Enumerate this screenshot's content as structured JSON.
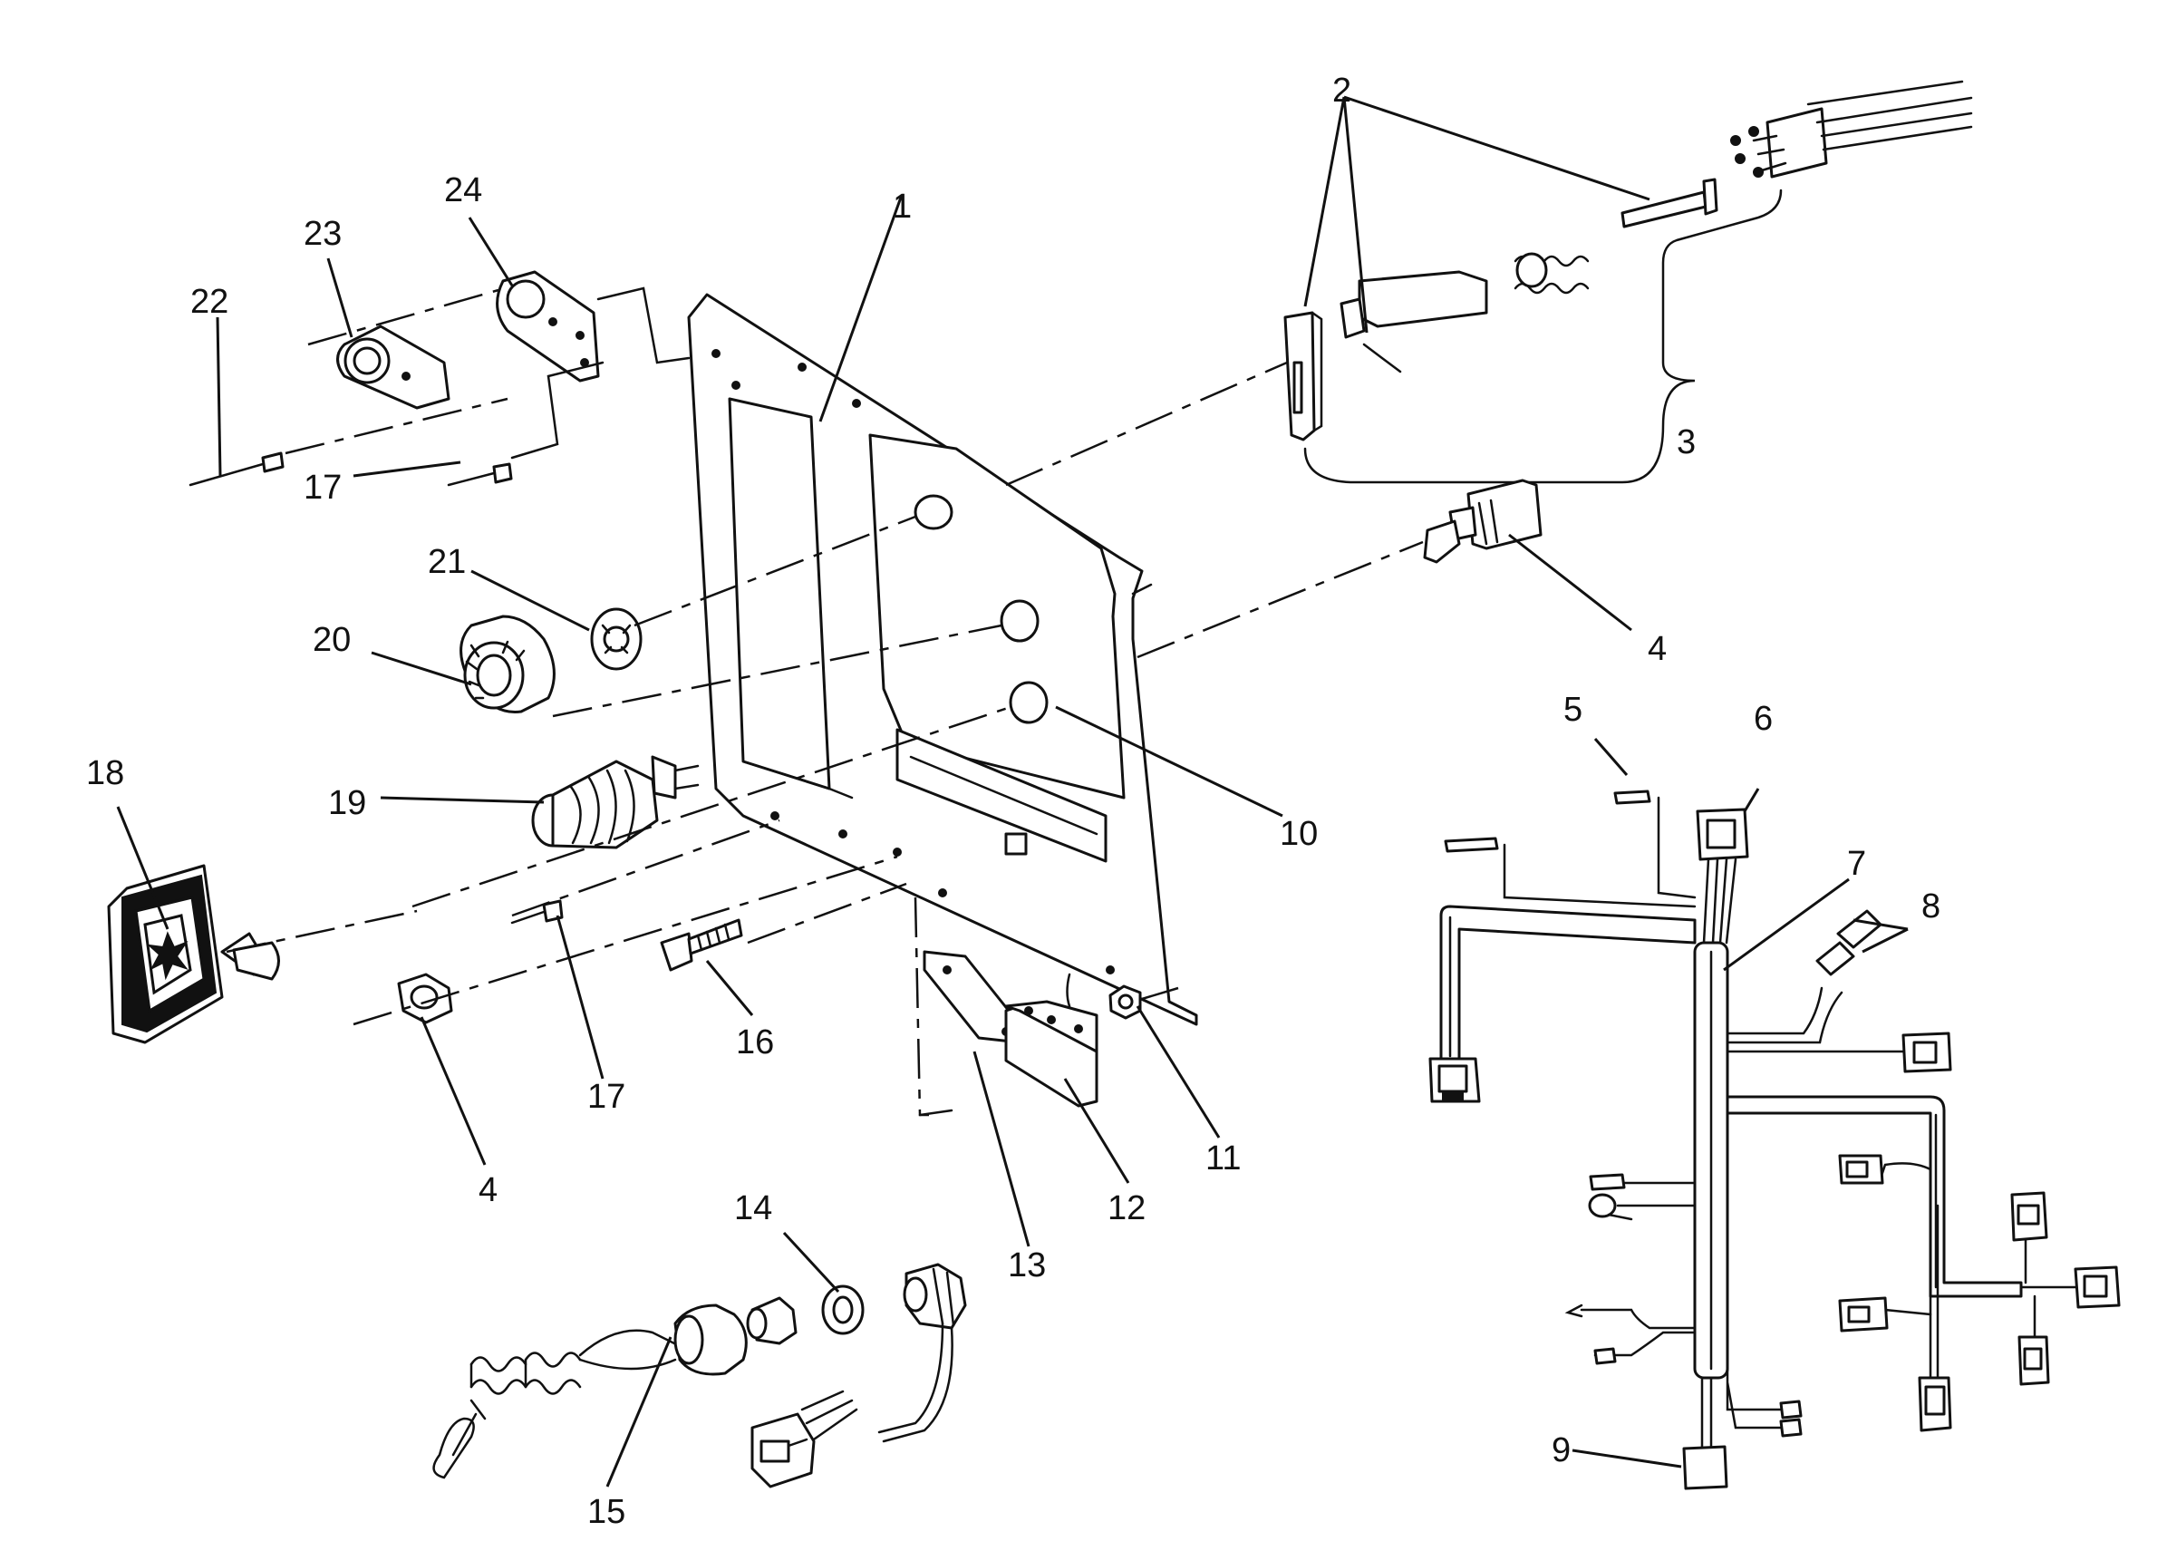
{
  "callouts": {
    "c1": "1",
    "c2": "2",
    "c3": "3",
    "c4a": "4",
    "c4b": "4",
    "c5": "5",
    "c6": "6",
    "c7": "7",
    "c8": "8",
    "c9": "9",
    "c10": "10",
    "c11": "11",
    "c12": "12",
    "c13": "13",
    "c14": "14",
    "c15": "15",
    "c16": "16",
    "c17a": "17",
    "c17b": "17",
    "c18": "18",
    "c19": "19",
    "c20": "20",
    "c21": "21",
    "c22": "22",
    "c23": "23",
    "c24": "24"
  },
  "colors": {
    "ink": "#111111",
    "paper": "#ffffff"
  }
}
